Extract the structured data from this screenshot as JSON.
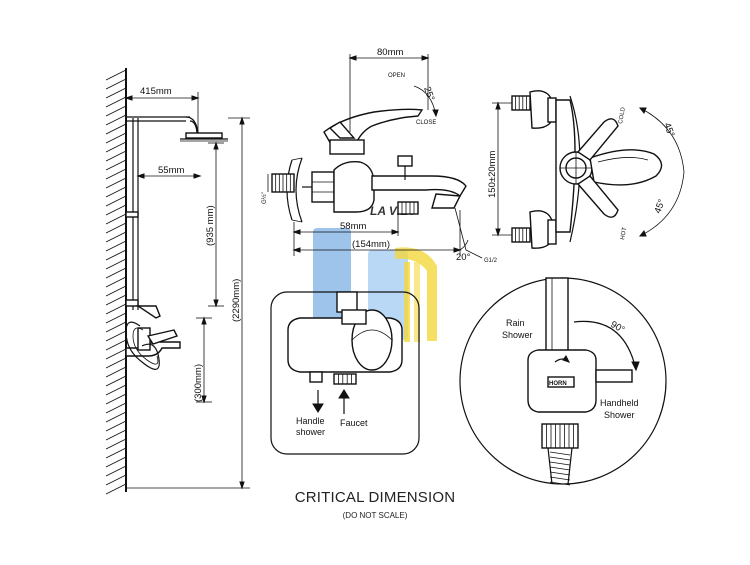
{
  "diagram": {
    "dimensions": {
      "arm_length": "415mm",
      "arm_drop": "55mm",
      "rail_height": "(935 mm)",
      "total_height": "(2290mm)",
      "mixer_height": "(300mm)",
      "spout_width": "80mm",
      "spout_depth": "58mm",
      "overall_length": "(154mm)",
      "inlet_size": "G½\"",
      "centers": "150±20mm",
      "handle_angle_top": "25°",
      "outlet_angle": "20°",
      "cold_angle": "45°",
      "hot_angle": "45°",
      "diverter_angle": "90°"
    },
    "labels": {
      "open": "OPEN",
      "close": "CLOSE",
      "cold": "COLD",
      "hot": "HOT",
      "small_callout": "G1/2",
      "handle_shower": "Handle\nshower",
      "faucet": "Faucet",
      "rain_shower": "Rain\nShower",
      "handheld_shower": "Handheld\nShower",
      "diverter_text": "HORN"
    },
    "watermark": {
      "text": "LA VIET",
      "blue": "#2f80d6",
      "yellow": "#f2d21a"
    }
  },
  "title": "CRITICAL DIMENSION",
  "subtitle": "(DO NOT SCALE)"
}
